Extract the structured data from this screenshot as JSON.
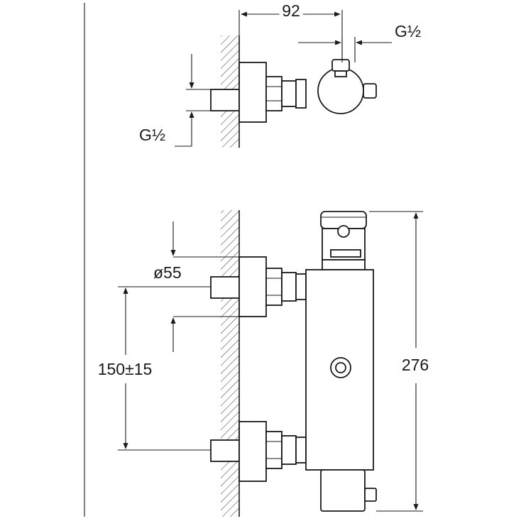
{
  "top_view": {
    "width_label": "92",
    "thread_right_label": "G½",
    "thread_left_label": "G½"
  },
  "front_view": {
    "diameter_label": "ø55",
    "center_distance_label": "150±15",
    "height_label": "276"
  }
}
